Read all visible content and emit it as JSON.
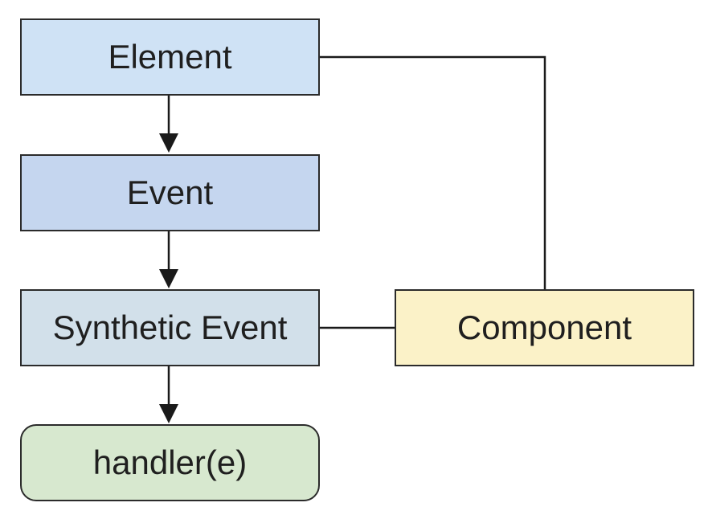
{
  "diagram": {
    "nodes": {
      "element": {
        "label": "Element",
        "fill": "#cfe2f5"
      },
      "event": {
        "label": "Event",
        "fill": "#c5d6ef"
      },
      "synthetic": {
        "label": "Synthetic Event",
        "fill": "#d2e0ea"
      },
      "handler": {
        "label": "handler(e)",
        "fill": "#d7e8cf"
      },
      "component": {
        "label": "Component",
        "fill": "#fbf2c8"
      }
    },
    "edges": [
      {
        "from": "Element",
        "to": "Event",
        "style": "arrow"
      },
      {
        "from": "Event",
        "to": "Synthetic Event",
        "style": "arrow"
      },
      {
        "from": "Synthetic Event",
        "to": "handler(e)",
        "style": "arrow"
      },
      {
        "from": "Element",
        "to": "Component",
        "style": "line"
      },
      {
        "from": "Synthetic Event",
        "to": "Component",
        "style": "line"
      }
    ],
    "line_color": "#1a1a1a"
  }
}
